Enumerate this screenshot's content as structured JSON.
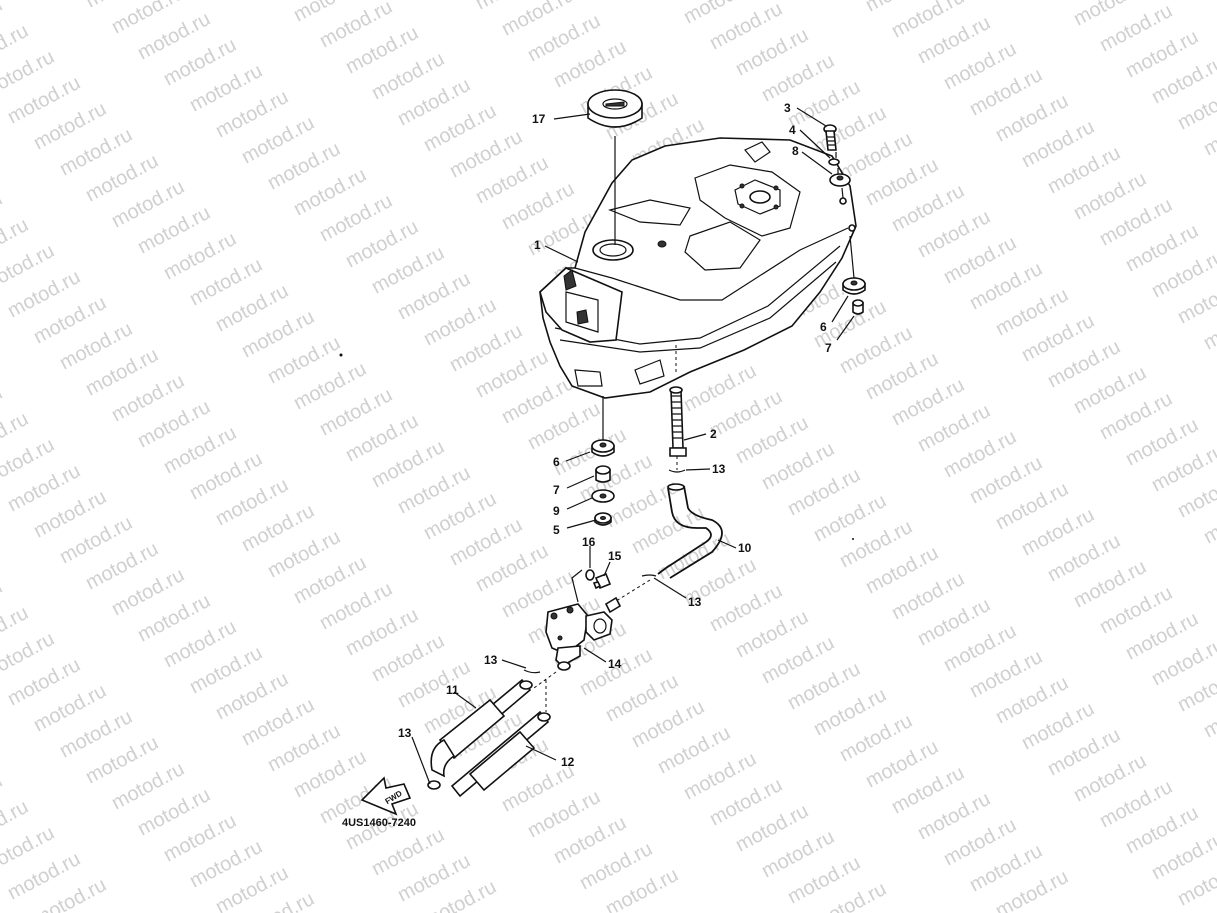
{
  "watermark": "motod.ru",
  "diagram_code": "4US1460-7240",
  "fwd_label": "FWD",
  "callouts": [
    {
      "id": "c17",
      "text": "17"
    },
    {
      "id": "c3",
      "text": "3"
    },
    {
      "id": "c4",
      "text": "4"
    },
    {
      "id": "c8",
      "text": "8"
    },
    {
      "id": "c1",
      "text": "1"
    },
    {
      "id": "c6a",
      "text": "6"
    },
    {
      "id": "c7a",
      "text": "7"
    },
    {
      "id": "c2",
      "text": "2"
    },
    {
      "id": "c13a",
      "text": "13"
    },
    {
      "id": "c6b",
      "text": "6"
    },
    {
      "id": "c7b",
      "text": "7"
    },
    {
      "id": "c9",
      "text": "9"
    },
    {
      "id": "c5",
      "text": "5"
    },
    {
      "id": "c10",
      "text": "10"
    },
    {
      "id": "c16",
      "text": "16"
    },
    {
      "id": "c15",
      "text": "15"
    },
    {
      "id": "c13b",
      "text": "13"
    },
    {
      "id": "c14",
      "text": "14"
    },
    {
      "id": "c13c",
      "text": "13"
    },
    {
      "id": "c11",
      "text": "11"
    },
    {
      "id": "c13d",
      "text": "13"
    },
    {
      "id": "c12",
      "text": "12"
    }
  ]
}
